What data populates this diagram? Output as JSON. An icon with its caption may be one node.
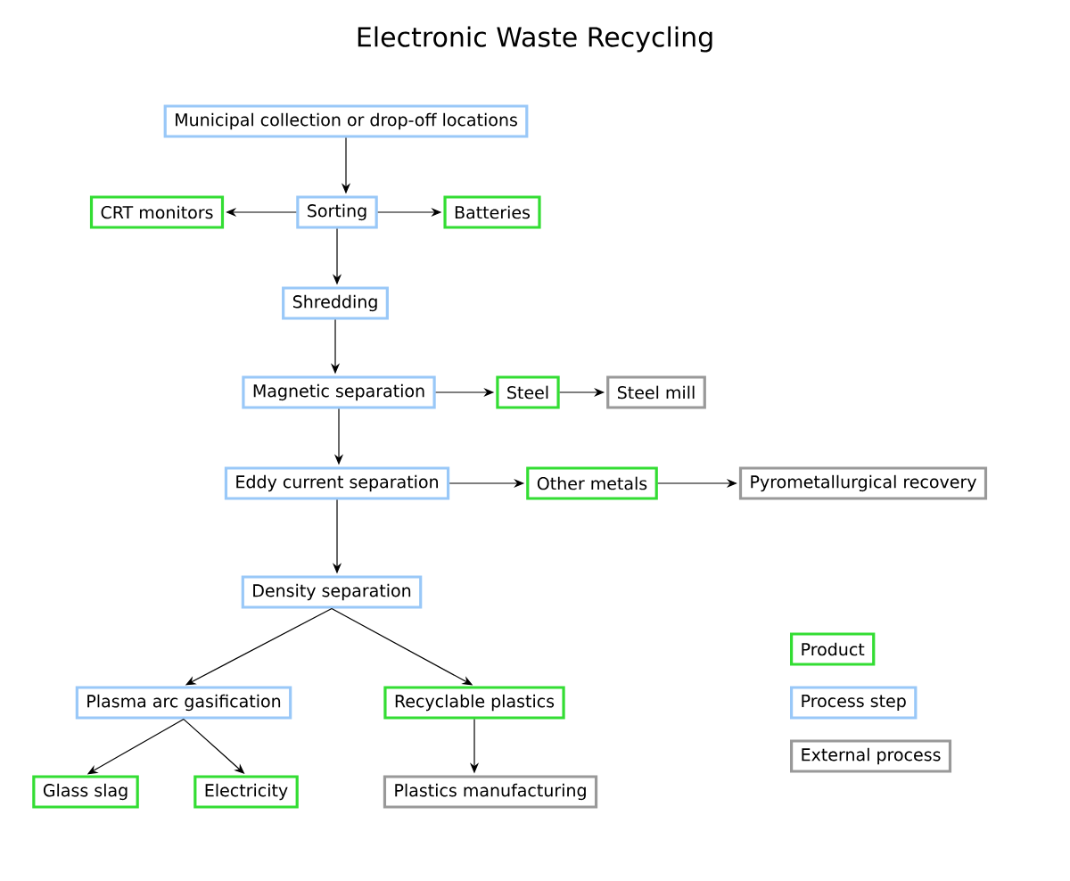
{
  "diagram": {
    "title": "Electronic Waste Recycling",
    "nodes": [
      {
        "text": [
          "Municipal collection or drop-off locations"
        ]
      },
      {
        "text": [
          "CRT monitors"
        ]
      },
      {
        "text": [
          "Sorting"
        ]
      },
      {
        "text": [
          "Batteries"
        ]
      },
      {
        "text": [
          "Shredding"
        ]
      },
      {
        "text": [
          "Magnetic separation"
        ]
      },
      {
        "text": [
          "Steel"
        ]
      },
      {
        "text": [
          "Steel mill"
        ]
      },
      {
        "text": [
          "Eddy current separation"
        ]
      },
      {
        "text": [
          "Other metals"
        ]
      },
      {
        "text": [
          "Pyrometallurgical recovery"
        ]
      },
      {
        "text": [
          "Density separation"
        ]
      },
      {
        "text": [
          "Plasma arc gasification"
        ]
      },
      {
        "text": [
          "Recyclable plastics"
        ]
      },
      {
        "text": [
          "Glass slag"
        ]
      },
      {
        "text": [
          "Electricity"
        ]
      },
      {
        "text": [
          "Plastics manufacturing"
        ]
      }
    ],
    "edges": [
      {
        "from": 0,
        "to": 2,
        "arrow": "to"
      },
      {
        "from": 2,
        "to": 1,
        "arrow": "to"
      },
      {
        "from": 2,
        "to": 3,
        "arrow": "to"
      },
      {
        "from": 2,
        "to": 4,
        "arrow": "to"
      },
      {
        "from": 4,
        "to": 5,
        "arrow": "to"
      },
      {
        "from": 5,
        "to": 6,
        "arrow": "to"
      },
      {
        "from": 6,
        "to": 7,
        "arrow": "to"
      },
      {
        "from": 5,
        "to": 8,
        "arrow": "to"
      },
      {
        "from": 8,
        "to": 9,
        "arrow": "to"
      },
      {
        "from": 9,
        "to": 10,
        "arrow": "to"
      },
      {
        "from": 8,
        "to": 11,
        "arrow": "to"
      },
      {
        "from": 11,
        "to": 12,
        "arrow": "to"
      },
      {
        "from": 11,
        "to": 13,
        "arrow": "to"
      },
      {
        "from": 12,
        "to": 14,
        "arrow": "to"
      },
      {
        "from": 12,
        "to": 15,
        "arrow": "to"
      },
      {
        "from": 13,
        "to": 16,
        "arrow": "to"
      }
    ],
    "legend": [
      {
        "text": "Product",
        "color": "#33dd33"
      },
      {
        "text": "Process step",
        "color": "#99c8f8"
      },
      {
        "text": "External process",
        "color": "#999999"
      }
    ]
  }
}
